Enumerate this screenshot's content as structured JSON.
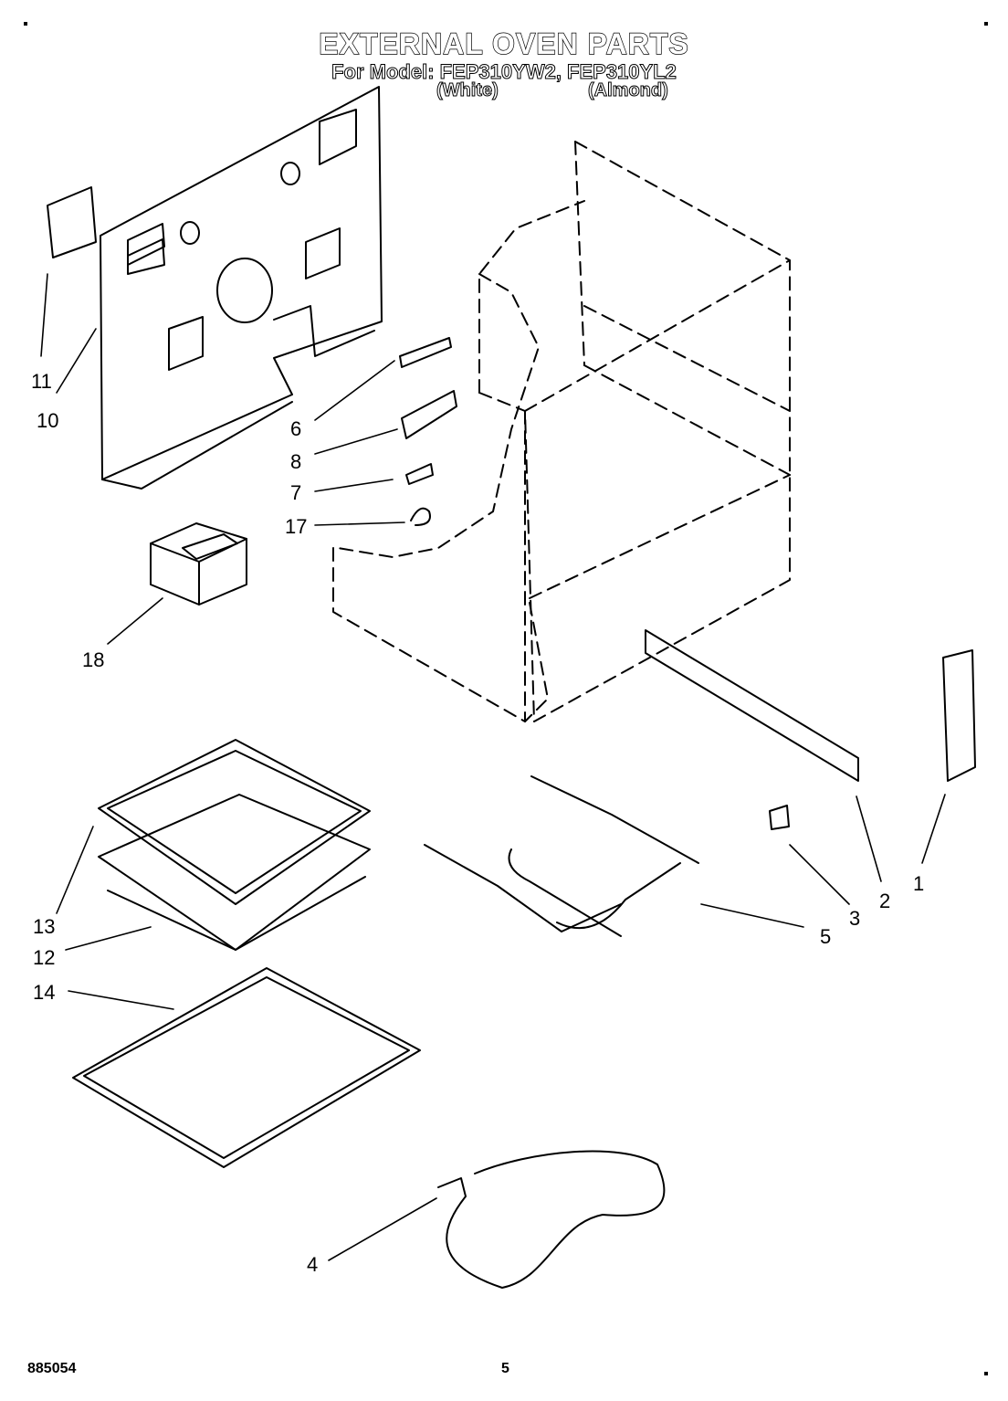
{
  "header": {
    "title": "EXTERNAL OVEN PARTS",
    "subtitle": "For Model: FEP310YW2, FEP310YL2",
    "variant_white": "(White)",
    "variant_almond": "(Almond)"
  },
  "callouts": [
    "1",
    "2",
    "3",
    "4",
    "5",
    "6",
    "7",
    "8",
    "10",
    "11",
    "12",
    "13",
    "14",
    "17",
    "18"
  ],
  "footer": {
    "doc_number": "885054",
    "page_number": "5"
  }
}
